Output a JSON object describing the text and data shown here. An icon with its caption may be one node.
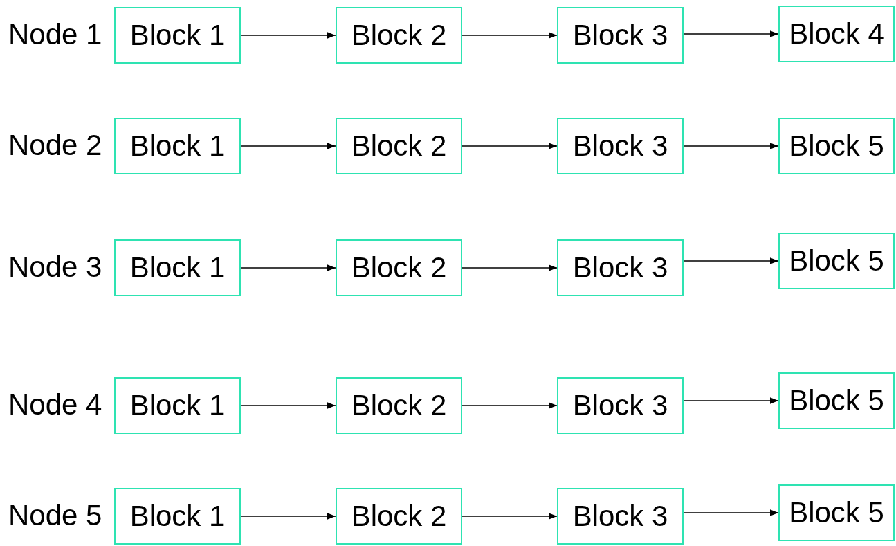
{
  "diagram": {
    "nodes": [
      {
        "text": [
          "Block 1"
        ]
      },
      {
        "text": [
          "Block 2"
        ]
      },
      {
        "text": [
          "Block 3"
        ]
      },
      {
        "text": [
          "Block 4"
        ]
      },
      {
        "text": [
          "Block 1"
        ]
      },
      {
        "text": [
          "Block 2"
        ]
      },
      {
        "text": [
          "Block 3"
        ]
      },
      {
        "text": [
          "Block 5"
        ]
      },
      {
        "text": [
          "Block 1"
        ]
      },
      {
        "text": [
          "Block 2"
        ]
      },
      {
        "text": [
          "Block 3"
        ]
      },
      {
        "text": [
          "Block 5"
        ]
      },
      {
        "text": [
          "Block 1"
        ]
      },
      {
        "text": [
          "Block 2"
        ]
      },
      {
        "text": [
          "Block 3"
        ]
      },
      {
        "text": [
          "Block 5"
        ]
      },
      {
        "text": [
          "Block 1"
        ]
      },
      {
        "text": [
          "Block 2"
        ]
      },
      {
        "text": [
          "Block 3"
        ]
      },
      {
        "text": [
          "Block 5"
        ]
      }
    ],
    "edges": [
      {
        "from": 0,
        "to": 1,
        "arrow": "to"
      },
      {
        "from": 1,
        "to": 2,
        "arrow": "to"
      },
      {
        "from": 2,
        "to": 3,
        "arrow": "to"
      },
      {
        "from": 4,
        "to": 5,
        "arrow": "to"
      },
      {
        "from": 5,
        "to": 6,
        "arrow": "to"
      },
      {
        "from": 6,
        "to": 7,
        "arrow": "to"
      },
      {
        "from": 8,
        "to": 9,
        "arrow": "to"
      },
      {
        "from": 9,
        "to": 10,
        "arrow": "to"
      },
      {
        "from": 10,
        "to": 11,
        "arrow": "to"
      },
      {
        "from": 12,
        "to": 13,
        "arrow": "to"
      },
      {
        "from": 13,
        "to": 14,
        "arrow": "to"
      },
      {
        "from": 14,
        "to": 15,
        "arrow": "to"
      },
      {
        "from": 16,
        "to": 17,
        "arrow": "to"
      },
      {
        "from": 17,
        "to": 18,
        "arrow": "to"
      },
      {
        "from": 18,
        "to": 19,
        "arrow": "to"
      }
    ],
    "labels": [
      "Node 1",
      "Node 2",
      "Node 3",
      "Node 4",
      "Node 5"
    ]
  }
}
